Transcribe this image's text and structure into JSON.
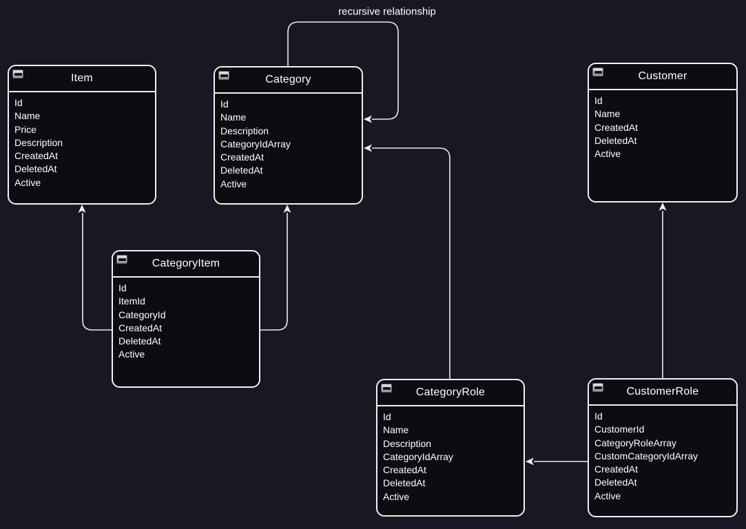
{
  "diagram": {
    "annotation": "recursive relationship",
    "entity_header_icon": "collapse-minus-icon",
    "colors": {
      "background": "#1b1722",
      "entity_fill": "#0e0b12",
      "entity_border": "#f2f2f2",
      "connector": "#ececec",
      "text": "#ffffff"
    },
    "entities": [
      {
        "id": "item",
        "title": "Item",
        "fields": [
          "Id",
          "Name",
          "Price",
          "Description",
          "CreatedAt",
          "DeletedAt",
          "Active"
        ]
      },
      {
        "id": "category",
        "title": "Category",
        "fields": [
          "Id",
          "Name",
          "Description",
          "CategoryIdArray",
          "CreatedAt",
          "DeletedAt",
          "Active"
        ]
      },
      {
        "id": "customer",
        "title": "Customer",
        "fields": [
          "Id",
          "Name",
          "CreatedAt",
          "DeletedAt",
          "Active"
        ]
      },
      {
        "id": "category-item",
        "title": "CategoryItem",
        "fields": [
          "Id",
          "ItemId",
          "CategoryId",
          "CreatedAt",
          "DeletedAt",
          "Active"
        ]
      },
      {
        "id": "category-role",
        "title": "CategoryRole",
        "fields": [
          "Id",
          "Name",
          "Description",
          "CategoryIdArray",
          "CreatedAt",
          "DeletedAt",
          "Active"
        ]
      },
      {
        "id": "customer-role",
        "title": "CustomerRole",
        "fields": [
          "Id",
          "CustomerId",
          "CategoryRoleArray",
          "CustomCategoryIdArray",
          "CreatedAt",
          "DeletedAt",
          "Active"
        ]
      }
    ],
    "relationships": [
      {
        "from": "category",
        "to": "category",
        "label": "recursive relationship"
      },
      {
        "from": "category-item",
        "to": "item",
        "label": ""
      },
      {
        "from": "category-item",
        "to": "category",
        "label": ""
      },
      {
        "from": "category-role",
        "to": "category",
        "label": ""
      },
      {
        "from": "customer-role",
        "to": "customer",
        "label": ""
      },
      {
        "from": "customer-role",
        "to": "category-role",
        "label": ""
      }
    ]
  }
}
